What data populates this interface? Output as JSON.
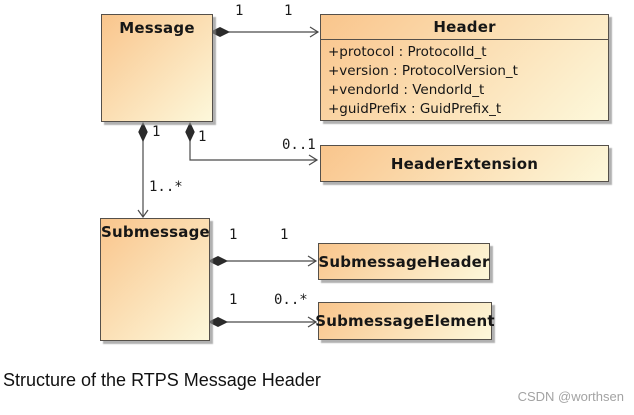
{
  "diagram": {
    "classes": {
      "message": {
        "title": "Message"
      },
      "header": {
        "title": "Header",
        "attributes": [
          "+protocol : ProtocolId_t",
          "+version : ProtocolVersion_t",
          "+vendorId : VendorId_t",
          "+guidPrefix : GuidPrefix_t"
        ]
      },
      "headerExtension": {
        "title": "HeaderExtension"
      },
      "submessage": {
        "title": "Submessage"
      },
      "submessageHeader": {
        "title": "SubmessageHeader"
      },
      "submessageElement": {
        "title": "SubmessageElement"
      }
    },
    "multiplicities": {
      "message_header_src": "1",
      "message_header_tgt": "1",
      "message_submessage_src": "1",
      "message_submessage_tgt": "1..*",
      "message_headerExtension_src": "1",
      "message_headerExtension_tgt": "0..1",
      "submessage_submessageHeader_src": "1",
      "submessage_submessageHeader_tgt": "1",
      "submessage_submessageElement_src": "1",
      "submessage_submessageElement_tgt": "0..*"
    }
  },
  "caption": "Structure of the RTPS Message Header",
  "watermark": "CSDN @worthsen",
  "colors": {
    "box_fill_start": "#f9c58c",
    "box_fill_end": "#fdf8db",
    "box_border": "#55504a",
    "connector": "#4a4a4a",
    "diamond_fill": "#2b2b2b"
  }
}
